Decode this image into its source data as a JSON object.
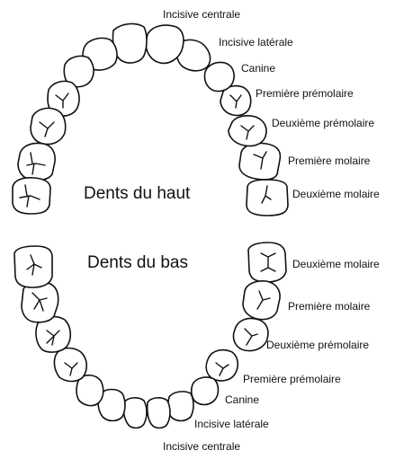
{
  "upper": {
    "title": "Dents du haut",
    "labels": {
      "central_incisor": "Incisive centrale",
      "lateral_incisor": "Incisive latérale",
      "canine": "Canine",
      "first_premolar": "Première prémolaire",
      "second_premolar": "Deuxième prémolaire",
      "first_molar": "Première molaire",
      "second_molar": "Deuxième molaire"
    }
  },
  "lower": {
    "title": "Dents du bas",
    "labels": {
      "second_molar": "Deuxième molaire",
      "first_molar": "Première molaire",
      "second_premolar": "Deuxième prémolaire",
      "first_premolar": "Première prémolaire",
      "canine": "Canine",
      "lateral_incisor": "Incisive latérale",
      "central_incisor": "Incisive centrale"
    }
  },
  "colors": {
    "outline": "#111111",
    "tooth_fill": "#ffffff",
    "background": "#ffffff"
  }
}
